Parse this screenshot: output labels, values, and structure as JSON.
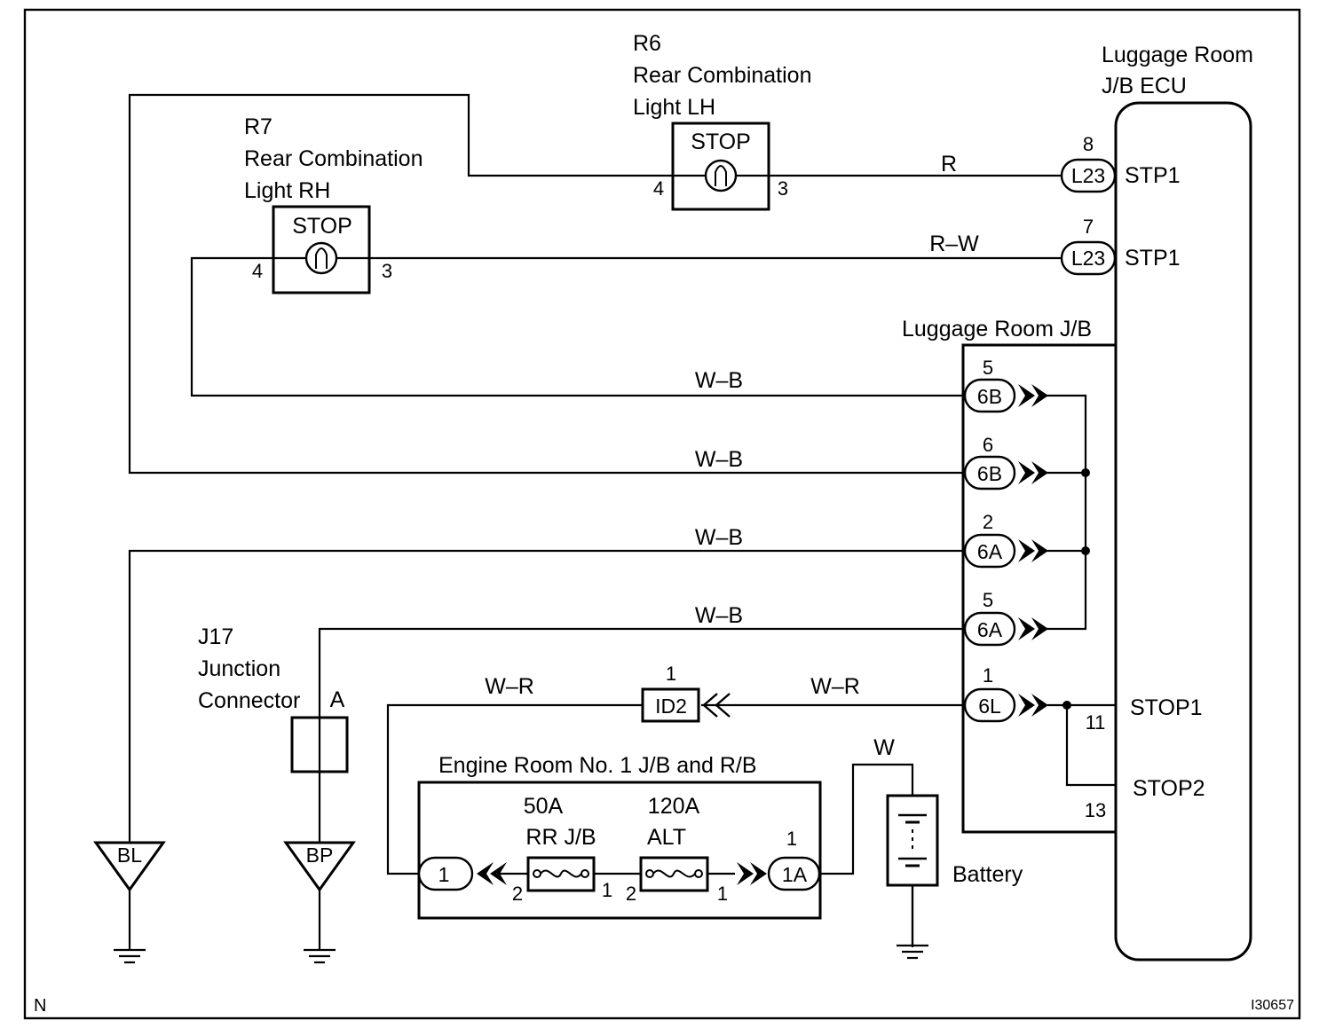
{
  "diagram": {
    "corner_letter": "N",
    "figure_id": "I30657",
    "ecu": {
      "title_line1": "Luggage Room",
      "title_line2": "J/B ECU"
    },
    "jb": {
      "title": "Luggage Room J/B"
    },
    "r6": {
      "id": "R6",
      "line1": "Rear Combination",
      "line2": "Light LH",
      "lamp_label": "STOP",
      "pin_left": "4",
      "pin_right": "3"
    },
    "r7": {
      "id": "R7",
      "line1": "Rear Combination",
      "line2": "Light RH",
      "lamp_label": "STOP",
      "pin_left": "4",
      "pin_right": "3"
    },
    "ecu_connectors": [
      {
        "pin": "8",
        "code": "L23",
        "terminal": "STP1",
        "wire_color": "R"
      },
      {
        "pin": "7",
        "code": "L23",
        "terminal": "STP1",
        "wire_color": "R–W"
      }
    ],
    "jb_connectors": [
      {
        "pin": "5",
        "code": "6B",
        "wire_color": "W–B"
      },
      {
        "pin": "6",
        "code": "6B",
        "wire_color": "W–B"
      },
      {
        "pin": "2",
        "code": "6A",
        "wire_color": "W–B"
      },
      {
        "pin": "5",
        "code": "6A",
        "wire_color": "W–B"
      },
      {
        "pin": "1",
        "code": "6L",
        "wire_color": "W–R"
      }
    ],
    "ecu_stop": {
      "stop1": "STOP1",
      "stop1_pin": "11",
      "stop2": "STOP2",
      "stop2_pin": "13"
    },
    "j17": {
      "line1": "J17",
      "line2": "Junction",
      "line3": "Connector",
      "pin": "A"
    },
    "id2": {
      "pin": "1",
      "code": "ID2",
      "wire_left": "W–R"
    },
    "grounds": [
      {
        "code": "BL"
      },
      {
        "code": "BP"
      }
    ],
    "engine_room": {
      "title": "Engine Room No. 1 J/B and R/B",
      "left_connector": "1",
      "right_connector": "1A",
      "right_pin": "1",
      "fuse1": {
        "rating": "50A",
        "name": "RR J/B",
        "pin_left": "2",
        "pin_right": "1"
      },
      "fuse2": {
        "rating": "120A",
        "name": "ALT",
        "pin_left": "2",
        "pin_right": "1"
      }
    },
    "battery": {
      "label": "Battery",
      "wire_color": "W"
    }
  }
}
